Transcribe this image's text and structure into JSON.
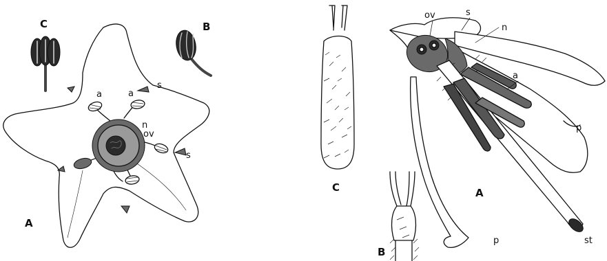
{
  "plate": {
    "left_figure": {
      "labels": {
        "A": "A",
        "B": "B",
        "C": "C",
        "a1": "a",
        "a2": "a",
        "s1": "s",
        "s2": "s",
        "n": "n",
        "ov": "ov"
      }
    },
    "right_figure": {
      "labels": {
        "A": "A",
        "B": "B",
        "C": "C",
        "ov": "ov",
        "s": "s",
        "n": "n",
        "a": "a",
        "p1": "p",
        "p2": "p",
        "st": "st"
      }
    }
  }
}
